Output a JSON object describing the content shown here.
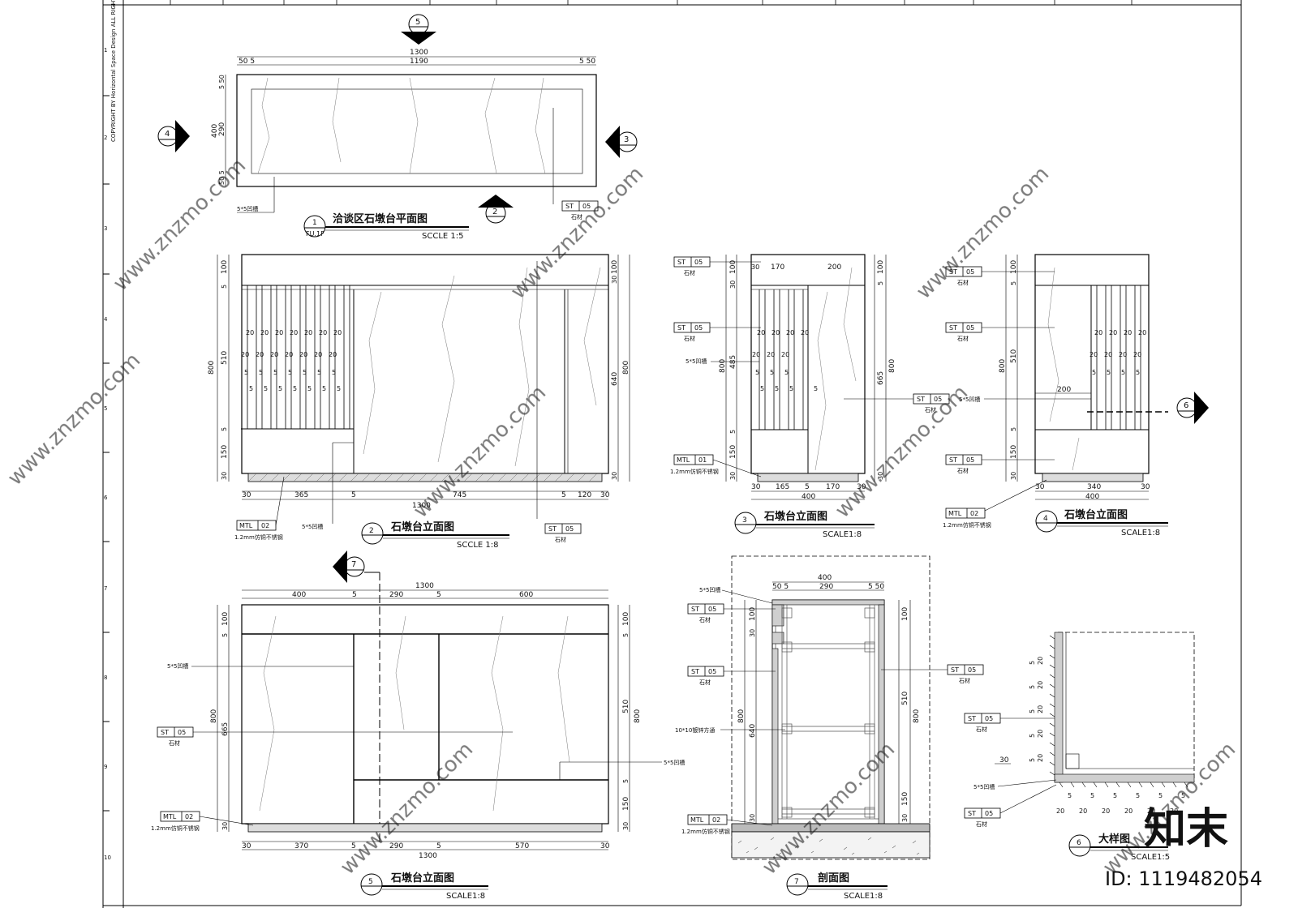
{
  "drawing": {
    "copyright": "COPYRIGHT BY Horizontal Space Design ALL RIGHTS RESERVED.",
    "row_numbers": [
      "1",
      "2",
      "3",
      "4",
      "5",
      "6",
      "7",
      "8",
      "9",
      "10"
    ]
  },
  "symbols": {
    "sec5": "5",
    "sec4": "4",
    "sec3": "3",
    "sec2": "2",
    "sec7": "7",
    "sec6": "6"
  },
  "tags": {
    "st": "ST",
    "mtl": "MTL",
    "n05": "05",
    "n01": "01",
    "n02": "02",
    "stone": "石材",
    "ss": "1.2mm仿铜不锈钢",
    "groove": "5*5凹槽",
    "tube": "10*10镀锌方通"
  },
  "views": {
    "v1": {
      "num": "1",
      "ref": "FU.1F",
      "title": "洽谈区石墩台平面图",
      "scale": "SCCLE  1:5"
    },
    "v2": {
      "num": "2",
      "title": "石墩台立面图",
      "scale": "SCCLE  1:8"
    },
    "v3": {
      "num": "3",
      "title": "石墩台立面图",
      "scale": "SCALE1:8"
    },
    "v4": {
      "num": "4",
      "title": "石墩台立面图",
      "scale": "SCALE1:8"
    },
    "v5": {
      "num": "5",
      "title": "石墩台立面图",
      "scale": "SCALE1:8"
    },
    "v6": {
      "num": "6",
      "title": "大样图",
      "scale": "SCALE1:5"
    },
    "v7": {
      "num": "7",
      "title": "剖面图",
      "scale": "SCALE1:8"
    }
  },
  "dims": {
    "d1300": "1300",
    "d1190": "1190",
    "d505": "50 5",
    "d550": "5 50",
    "d400": "400",
    "d290": "290",
    "d800": "800",
    "d100": "100",
    "d5": "5",
    "d510": "510",
    "d150": "150",
    "d30": "30",
    "d640": "640",
    "d365": "365",
    "d745": "745",
    "d120": "120",
    "d20": "20",
    "d170": "170",
    "d200": "200",
    "d485": "485",
    "d665": "665",
    "d165": "165",
    "d340": "340",
    "d600": "600",
    "d370": "370",
    "d570": "570"
  },
  "watermark": {
    "brand": "知末",
    "site": "www.znzmo.com",
    "id": "ID: 1119482054"
  }
}
